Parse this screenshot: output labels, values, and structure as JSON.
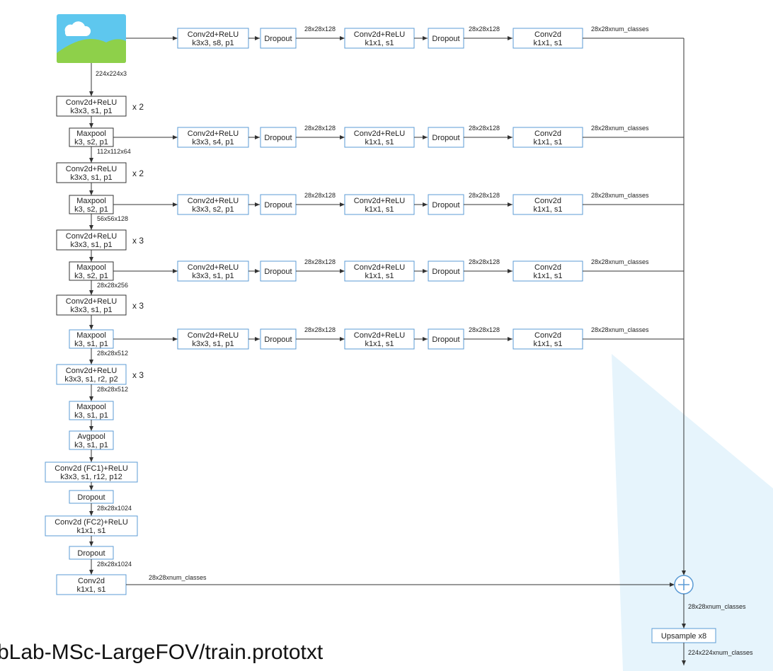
{
  "colors": {
    "border_blue": "#5b9bd5",
    "border_dark": "#333333",
    "edge": "#333333",
    "watermark": "#e6f4fc",
    "image_sky": "#5ec7ee",
    "image_hill": "#8ed04a"
  },
  "input_image": {
    "icon": "image-icon",
    "size_label": "224x224x3"
  },
  "main": [
    {
      "lines": [
        "Conv2d+ReLU",
        "k3x3, s1, p1"
      ],
      "repeat": "x 2"
    },
    {
      "lines": [
        "Maxpool",
        "k3, s2, p1"
      ],
      "after": "112x112x64"
    },
    {
      "lines": [
        "Conv2d+ReLU",
        "k3x3, s1, p1"
      ],
      "repeat": "x 2"
    },
    {
      "lines": [
        "Maxpool",
        "k3, s2, p1"
      ],
      "after": "56x56x128"
    },
    {
      "lines": [
        "Conv2d+ReLU",
        "k3x3, s1, p1"
      ],
      "repeat": "x 3"
    },
    {
      "lines": [
        "Maxpool",
        "k3, s2, p1"
      ],
      "after": "28x28x256"
    },
    {
      "lines": [
        "Conv2d+ReLU",
        "k3x3, s1, p1"
      ],
      "repeat": "x 3"
    },
    {
      "lines": [
        "Maxpool",
        "k3, s1, p1"
      ],
      "after": "28x28x512"
    },
    {
      "lines": [
        "Conv2d+ReLU",
        "k3x3, s1, r2, p2"
      ],
      "repeat": "x 3",
      "after": "28x28x512"
    },
    {
      "lines": [
        "Maxpool",
        "k3, s1, p1"
      ]
    },
    {
      "lines": [
        "Avgpool",
        "k3, s1, p1"
      ]
    },
    {
      "lines": [
        "Conv2d (FC1)+ReLU",
        "k3x3, s1, r12, p12"
      ]
    },
    {
      "lines": [
        "Dropout"
      ],
      "after": "28x28x1024"
    },
    {
      "lines": [
        "Conv2d (FC2)+ReLU",
        "k1x1, s1"
      ]
    },
    {
      "lines": [
        "Dropout"
      ],
      "after": "28x28x1024"
    },
    {
      "lines": [
        "Conv2d",
        "k1x1, s1"
      ],
      "out": "28x28xnum_classes"
    }
  ],
  "branches": [
    {
      "conv1": [
        "Conv2d+ReLU",
        "k3x3, s8, p1"
      ],
      "dropout1": "Dropout",
      "mid_label": "28x28x128",
      "conv2": [
        "Conv2d+ReLU",
        "k1x1, s1"
      ],
      "dropout2": "Dropout",
      "mid_label2": "28x28x128",
      "conv3": [
        "Conv2d",
        "k1x1, s1"
      ],
      "out": "28x28xnum_classes"
    },
    {
      "conv1": [
        "Conv2d+ReLU",
        "k3x3, s4, p1"
      ],
      "dropout1": "Dropout",
      "mid_label": "28x28x128",
      "conv2": [
        "Conv2d+ReLU",
        "k1x1, s1"
      ],
      "dropout2": "Dropout",
      "mid_label2": "28x28x128",
      "conv3": [
        "Conv2d",
        "k1x1, s1"
      ],
      "out": "28x28xnum_classes"
    },
    {
      "conv1": [
        "Conv2d+ReLU",
        "k3x3, s2, p1"
      ],
      "dropout1": "Dropout",
      "mid_label": "28x28x128",
      "conv2": [
        "Conv2d+ReLU",
        "k1x1, s1"
      ],
      "dropout2": "Dropout",
      "mid_label2": "28x28x128",
      "conv3": [
        "Conv2d",
        "k1x1, s1"
      ],
      "out": "28x28xnum_classes"
    },
    {
      "conv1": [
        "Conv2d+ReLU",
        "k3x3, s1, p1"
      ],
      "dropout1": "Dropout",
      "mid_label": "28x28x128",
      "conv2": [
        "Conv2d+ReLU",
        "k1x1, s1"
      ],
      "dropout2": "Dropout",
      "mid_label2": "28x28x128",
      "conv3": [
        "Conv2d",
        "k1x1, s1"
      ],
      "out": "28x28xnum_classes"
    },
    {
      "conv1": [
        "Conv2d+ReLU",
        "k3x3, s1, p1"
      ],
      "dropout1": "Dropout",
      "mid_label": "28x28x128",
      "conv2": [
        "Conv2d+ReLU",
        "k1x1, s1"
      ],
      "dropout2": "Dropout",
      "mid_label2": "28x28x128",
      "conv3": [
        "Conv2d",
        "k1x1, s1"
      ],
      "out": "28x28xnum_classes"
    }
  ],
  "sum": {
    "icon": "plus-circle-icon",
    "out": "28x28xnum_classes"
  },
  "upsample": {
    "label": "Upsample x8",
    "out": "224x224xnum_classes"
  },
  "footer": {
    "text": "bLab-MSc-LargeFOV/train.prototxt"
  }
}
